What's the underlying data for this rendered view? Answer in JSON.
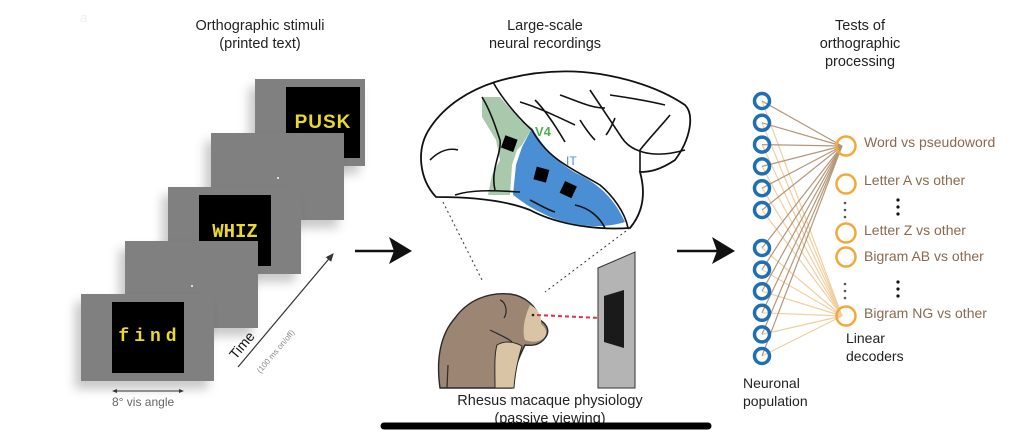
{
  "panel_letter": "a",
  "sections": {
    "stimuli": {
      "title_line1": "Orthographic stimuli",
      "title_line2": "(printed text)",
      "frames": [
        {
          "word": "find"
        },
        {
          "word": ""
        },
        {
          "word": "WHIZ"
        },
        {
          "word": ""
        },
        {
          "word": "PUSK"
        }
      ],
      "time_label": "Time",
      "time_sublabel": "(100 ms on/off)",
      "scale_label": "8° vis angle"
    },
    "recordings": {
      "title_line1": "Large-scale",
      "title_line2": "neural recordings",
      "v4_label": "V4",
      "it_label": "IT",
      "caption_line1": "Rhesus macaque physiology",
      "caption_line2": "(passive viewing)"
    },
    "tests": {
      "title_line1": "Tests of",
      "title_line2": "orthographic",
      "title_line3": "processing",
      "decoders": [
        {
          "label": "Word vs pseudoword"
        },
        {
          "label": "Letter A vs other"
        },
        {
          "label": "Letter Z vs other"
        },
        {
          "label": "Bigram AB vs other"
        },
        {
          "label": "Bigram NG vs other"
        }
      ],
      "neuron_count": 12,
      "population_label_line1": "Neuronal",
      "population_label_line2": "population",
      "decoders_label_line1": "Linear",
      "decoders_label_line2": "decoders"
    }
  },
  "colors": {
    "v4_green": "#a9c9ad",
    "v4_text": "#4caf50",
    "it_blue": "#4a8fd4",
    "it_text": "#4a8fd4",
    "neuron_blue": "#1f6fb5",
    "decoder_orange": "#f0a93c",
    "decoder_text": "#8a6a4e",
    "stimulus_yellow": "#e8d830",
    "monkey_fur": "#9c8573",
    "monkey_face": "#d9c4a5",
    "gaze_red": "#e0324a"
  }
}
